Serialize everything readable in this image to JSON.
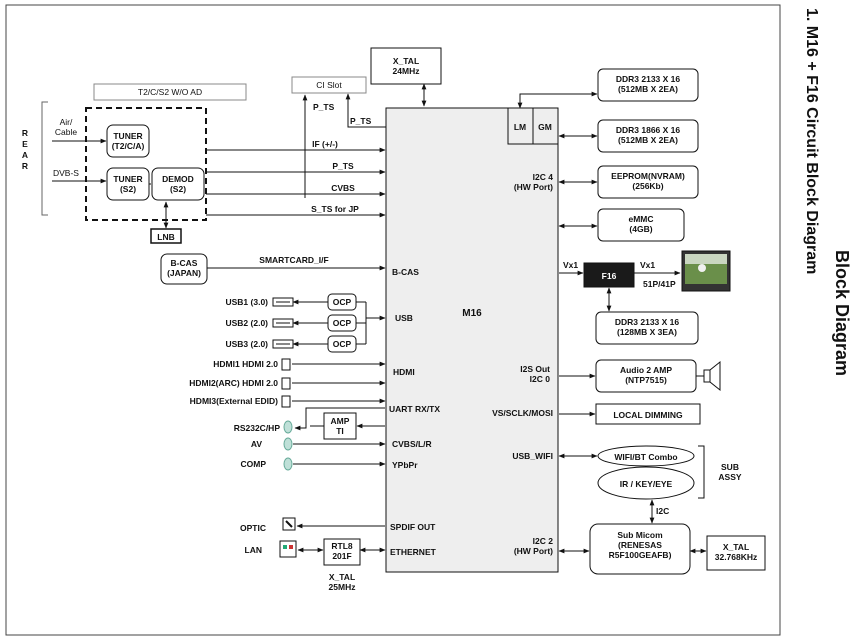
{
  "page": {
    "section_title": "Block Diagram",
    "diagram_title": "1. M16 + F16 Circuit Block Diagram"
  },
  "main_chip": {
    "label": "M16"
  },
  "left_panel": {
    "header": "T2/C/S2 W/O AD",
    "rear_label": "R E A R",
    "inputs": {
      "air_cable": "Air/\nCable",
      "dvb_s": "DVB-S"
    },
    "tuner_t2": "TUNER\n(T2/C/A)",
    "tuner_s2": "TUNER\n(S2)",
    "demod": "DEMOD\n(S2)",
    "lnb": "LNB"
  },
  "blocks": {
    "ci_slot": "CI Slot",
    "xtal_top": "X_TAL\n24MHz",
    "bcas": "B-CAS\n(JAPAN)",
    "ocp": "OCP",
    "amp": "AMP\nTI",
    "rtl": "RTL8\n201F",
    "xtal_lan": "X_TAL\n25MHz",
    "ddr3_1": "DDR3  2133 X 16\n(512MB X 2EA)",
    "ddr3_2": "DDR3  1866 X 16\n(512MB X 2EA)",
    "eeprom": "EEPROM(NVRAM)\n(256Kb)",
    "emmc": "eMMC\n(4GB)",
    "f16": "F16",
    "ddr3_3": "DDR3 2133 X 16\n(128MB X 3EA)",
    "audio_amp": "Audio 2 AMP\n(NTP7515)",
    "local_dimming": "LOCAL  DIMMING",
    "wifi_bt": "WIFI/BT Combo",
    "ir_key": "IR / KEY/EYE",
    "sub_assy": "SUB\nASSY",
    "sub_micom": "Sub Micom\n(RENESAS\nR5F100GEAFB)",
    "xtal_sub": "X_TAL\n32.768KHz",
    "lm": "LM",
    "gm": "GM"
  },
  "signals": {
    "p_ts_ci": "P_TS",
    "p_ts_in": "P_TS",
    "if": "IF (+/-)",
    "p_ts": "P_TS",
    "cvbs": "CVBS",
    "s_ts": "S_TS for JP",
    "smartcard": "SMARTCARD_I/F",
    "vx1_in": "Vx1",
    "vx1_out": "Vx1",
    "lvds_pins": "51P/41P",
    "i2c": "I2C"
  },
  "chip_ports": {
    "bcas": "B-CAS",
    "usb": "USB",
    "hdmi": "HDMI",
    "uart": "UART RX/TX",
    "cvbs_lr": "CVBS/L/R",
    "ypbpr": "YPbPr",
    "spdif": "SPDIF OUT",
    "ethernet": "ETHERNET",
    "i2c4": "I2C 4\n(HW Port)",
    "i2s": "I2S Out\nI2C 0",
    "vs": "VS/SCLK/MOSI",
    "usb_wifi": "USB_WIFI",
    "i2c2": "I2C 2\n(HW Port)"
  },
  "connectors": {
    "usb1": "USB1 (3.0)",
    "usb2": "USB2 (2.0)",
    "usb3": "USB3 (2.0)",
    "hdmi1": "HDMI1 HDMI 2.0",
    "hdmi2": "HDMI2(ARC) HDMI 2.0",
    "hdmi3": "HDMI3(External EDID)",
    "rs232": "RS232C/HP",
    "av": "AV",
    "comp": "COMP",
    "optic": "OPTIC",
    "lan": "LAN"
  },
  "colors": {
    "line": "#111111",
    "chip_fill": "#eeeeee",
    "f16_fill": "#1a1a1a",
    "jack_fill": "#bfe0d8",
    "header_fill": "#ffffff"
  },
  "icons": {
    "usb_port": "usb-port-icon",
    "hdmi_port": "hdmi-port-icon",
    "audio_jack": "audio-jack-icon",
    "optical": "optical-port-icon",
    "lan": "lan-port-icon",
    "speaker": "speaker-icon",
    "tv": "tv-screen-icon"
  }
}
